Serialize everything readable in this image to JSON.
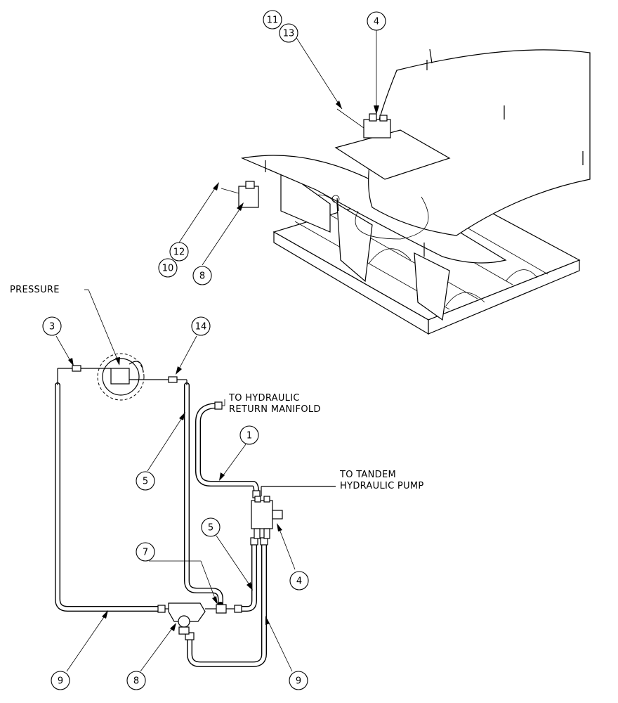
{
  "balloons": [
    {
      "id": "b11",
      "label": "11"
    },
    {
      "id": "b13",
      "label": "13"
    },
    {
      "id": "b4top",
      "label": "4"
    },
    {
      "id": "b12",
      "label": "12"
    },
    {
      "id": "b10",
      "label": "10"
    },
    {
      "id": "b8top",
      "label": "8"
    },
    {
      "id": "b3",
      "label": "3"
    },
    {
      "id": "b14",
      "label": "14"
    },
    {
      "id": "b1",
      "label": "1"
    },
    {
      "id": "b5a",
      "label": "5"
    },
    {
      "id": "b5b",
      "label": "5"
    },
    {
      "id": "b7",
      "label": "7"
    },
    {
      "id": "b4mid",
      "label": "4"
    },
    {
      "id": "b9a",
      "label": "9"
    },
    {
      "id": "b8bot",
      "label": "8"
    },
    {
      "id": "b9b",
      "label": "9"
    }
  ],
  "notes": {
    "pressure": "PRESSURE",
    "return_line1": "TO HYDRAULIC",
    "return_line2": "RETURN MANIFOLD",
    "pump_line1": "TO TANDEM",
    "pump_line2": "HYDRAULIC PUMP"
  }
}
